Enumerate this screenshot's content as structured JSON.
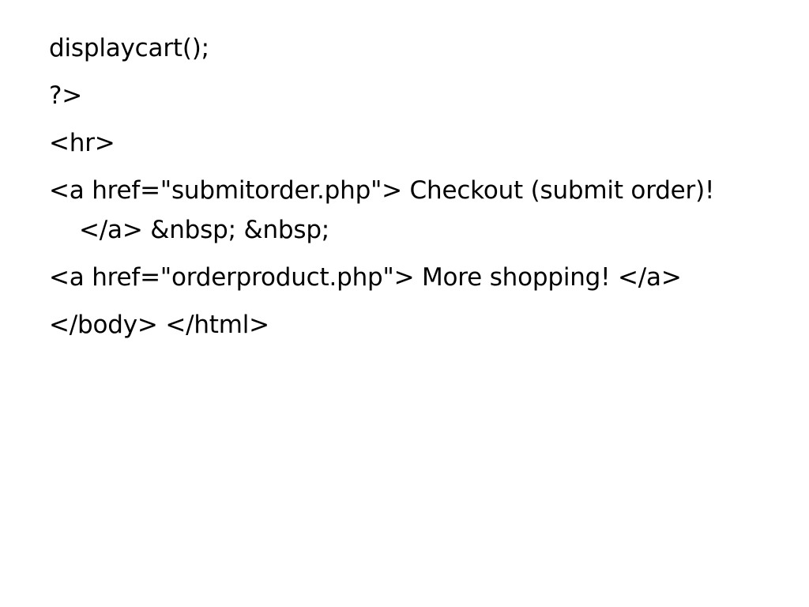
{
  "slide": {
    "lines": [
      "displaycart();",
      "?>",
      "<hr>",
      "<a href=\"submitorder.php\"> Checkout (submit order)! </a> &nbsp; &nbsp;",
      "<a href=\"orderproduct.php\"> More shopping! </a>",
      "</body> </html>"
    ]
  },
  "colors": {
    "background": "#ffffff",
    "text": "#000000"
  }
}
